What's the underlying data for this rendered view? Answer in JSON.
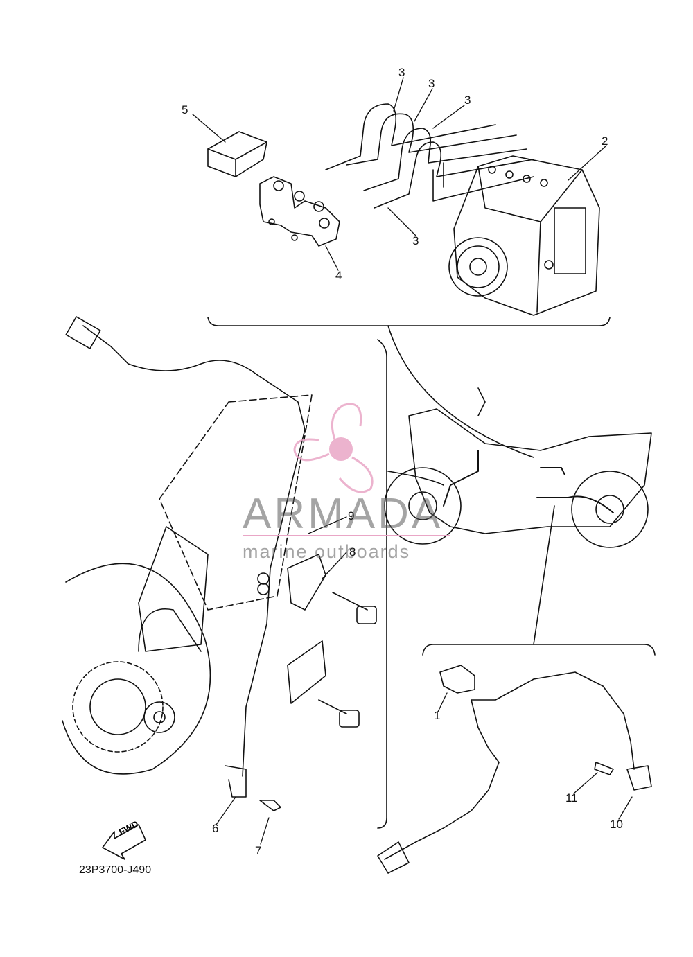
{
  "diagram_code": "23P3700-J490",
  "watermark": {
    "brand": "ARMADA",
    "tagline": "marine outboards"
  },
  "fwd_label": "FWD",
  "callouts": [
    "1",
    "2",
    "3",
    "3",
    "3",
    "3",
    "4",
    "5",
    "6",
    "7",
    "8",
    "9",
    "10",
    "11"
  ],
  "colors": {
    "line": "#111111",
    "watermark_pink": "#e9a6c6",
    "watermark_gray": "#8a8a8a"
  }
}
